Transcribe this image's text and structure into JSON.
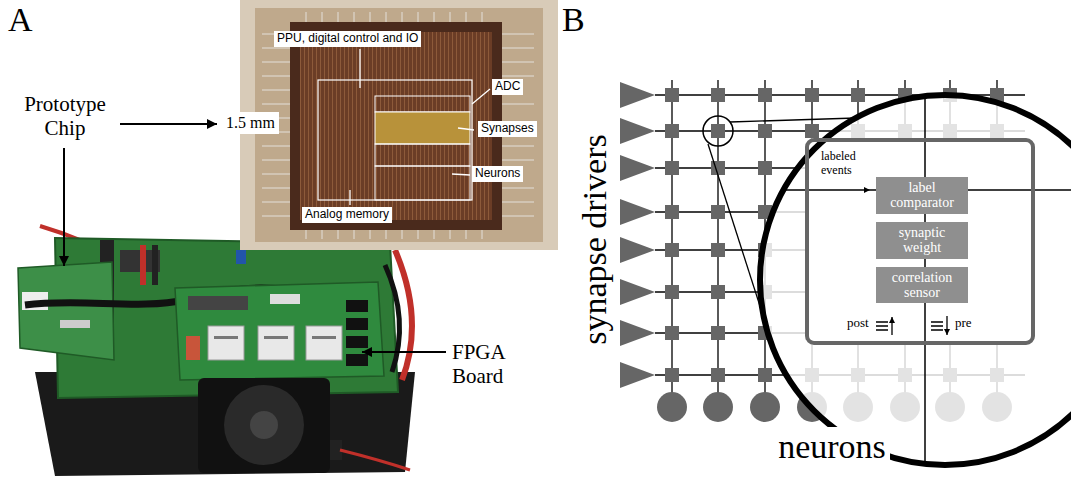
{
  "diagram": {
    "nodes": [
      {
        "text": [
          "labeled events",
          "post",
          "pre"
        ]
      },
      {
        "text": [
          "label comparator"
        ],
        "in": 0
      },
      {
        "text": [
          "synaptic weight"
        ],
        "in": 0
      },
      {
        "text": [
          "correlation sensor"
        ],
        "in": 0
      }
    ],
    "labels": [
      "A",
      "B",
      "Prototype Chip",
      "FPGA Board",
      "1.5 mm",
      "PPU, digital control and IO",
      "ADC",
      "Synapses",
      "Neurons",
      "Analog memory",
      "synapse drivers",
      "neurons"
    ]
  }
}
